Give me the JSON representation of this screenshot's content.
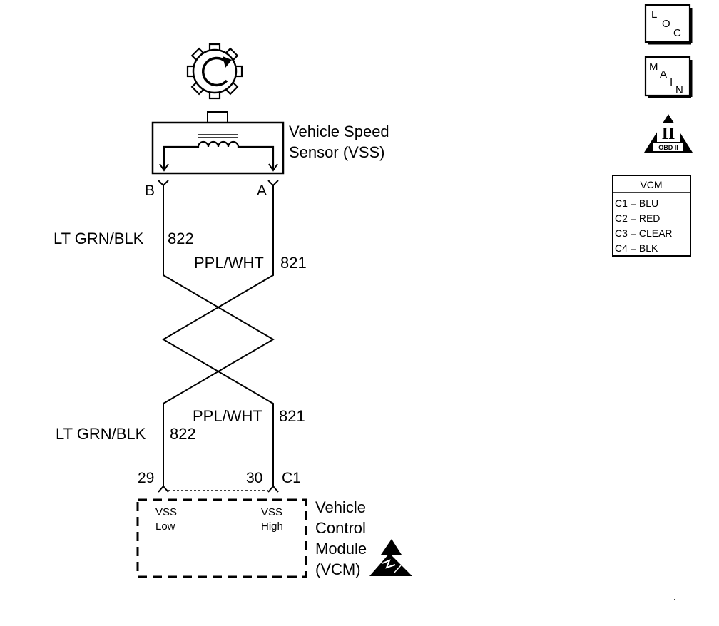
{
  "sensor": {
    "name_line1": "Vehicle Speed",
    "name_line2": "Sensor (VSS)",
    "pin_b": "B",
    "pin_a": "A"
  },
  "wires": {
    "top_left_color": "LT GRN/BLK",
    "top_left_circuit": "822",
    "top_right_color": "PPL/WHT",
    "top_right_circuit": "821",
    "bottom_right_color": "PPL/WHT",
    "bottom_right_circuit": "821",
    "bottom_left_color": "LT GRN/BLK",
    "bottom_left_circuit": "822"
  },
  "module": {
    "pin_left": "29",
    "pin_right": "30",
    "connector": "C1",
    "vss_low_line1": "VSS",
    "vss_low_line2": "Low",
    "vss_high_line1": "VSS",
    "vss_high_line2": "High",
    "name_line1": "Vehicle",
    "name_line2": "Control",
    "name_line3": "Module",
    "name_line4": "(VCM)"
  },
  "icons": {
    "loc_l": "L",
    "loc_o": "O",
    "loc_c": "C",
    "main_m": "M",
    "main_a": "A",
    "main_i": "I",
    "main_n": "N",
    "obd_numeral": "II",
    "obd_text": "OBD II"
  },
  "connector_table": {
    "title": "VCM",
    "rows": [
      "C1 = BLU",
      "C2 = RED",
      "C3 = CLEAR",
      "C4 = BLK"
    ]
  }
}
